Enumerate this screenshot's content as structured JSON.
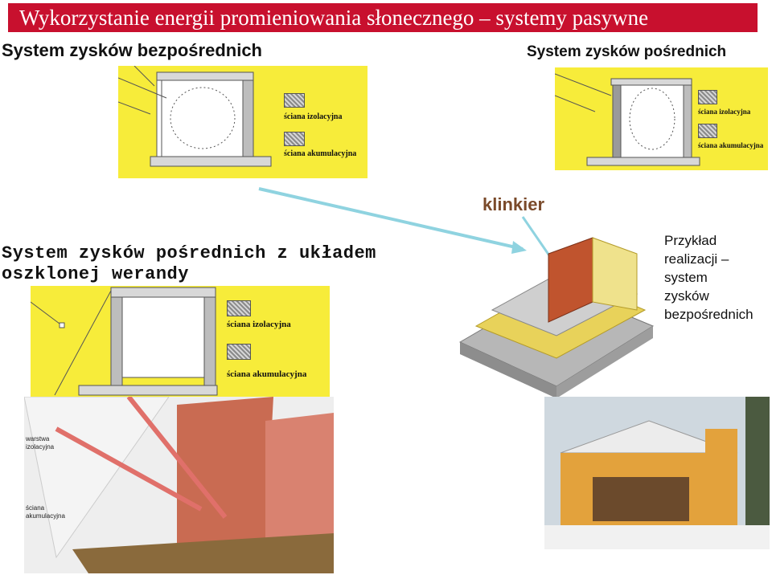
{
  "title": "Wykorzystanie energii promieniowania słonecznego – systemy pasywne",
  "headings": {
    "direct": "System zysków bezpośrednich",
    "indirect": "System zysków pośrednich",
    "veranda_line1": "System zysków pośrednich z układem",
    "veranda_line2": "oszklonej werandy"
  },
  "klinkier": "klinkier",
  "legend": {
    "insulation": "ściana izolacyjna",
    "accumulation": "ściana akumulacyjna"
  },
  "cutaway_labels": {
    "insulation_layer_1": "warstwa",
    "insulation_layer_2": "izolacyjna",
    "accumulation_wall_1": "ściana",
    "accumulation_wall_2": "akumulacyjna"
  },
  "example_caption": {
    "line1": "Przykład",
    "line2": "realizacji –",
    "line3": "system",
    "line4": "zysków",
    "line5": "bezpośrednich"
  },
  "colors": {
    "title_bg": "#c8102e",
    "diagram_bg": "#f7ec3a",
    "arrow": "#8fd3e0",
    "house_wall": "#e3a23c"
  }
}
